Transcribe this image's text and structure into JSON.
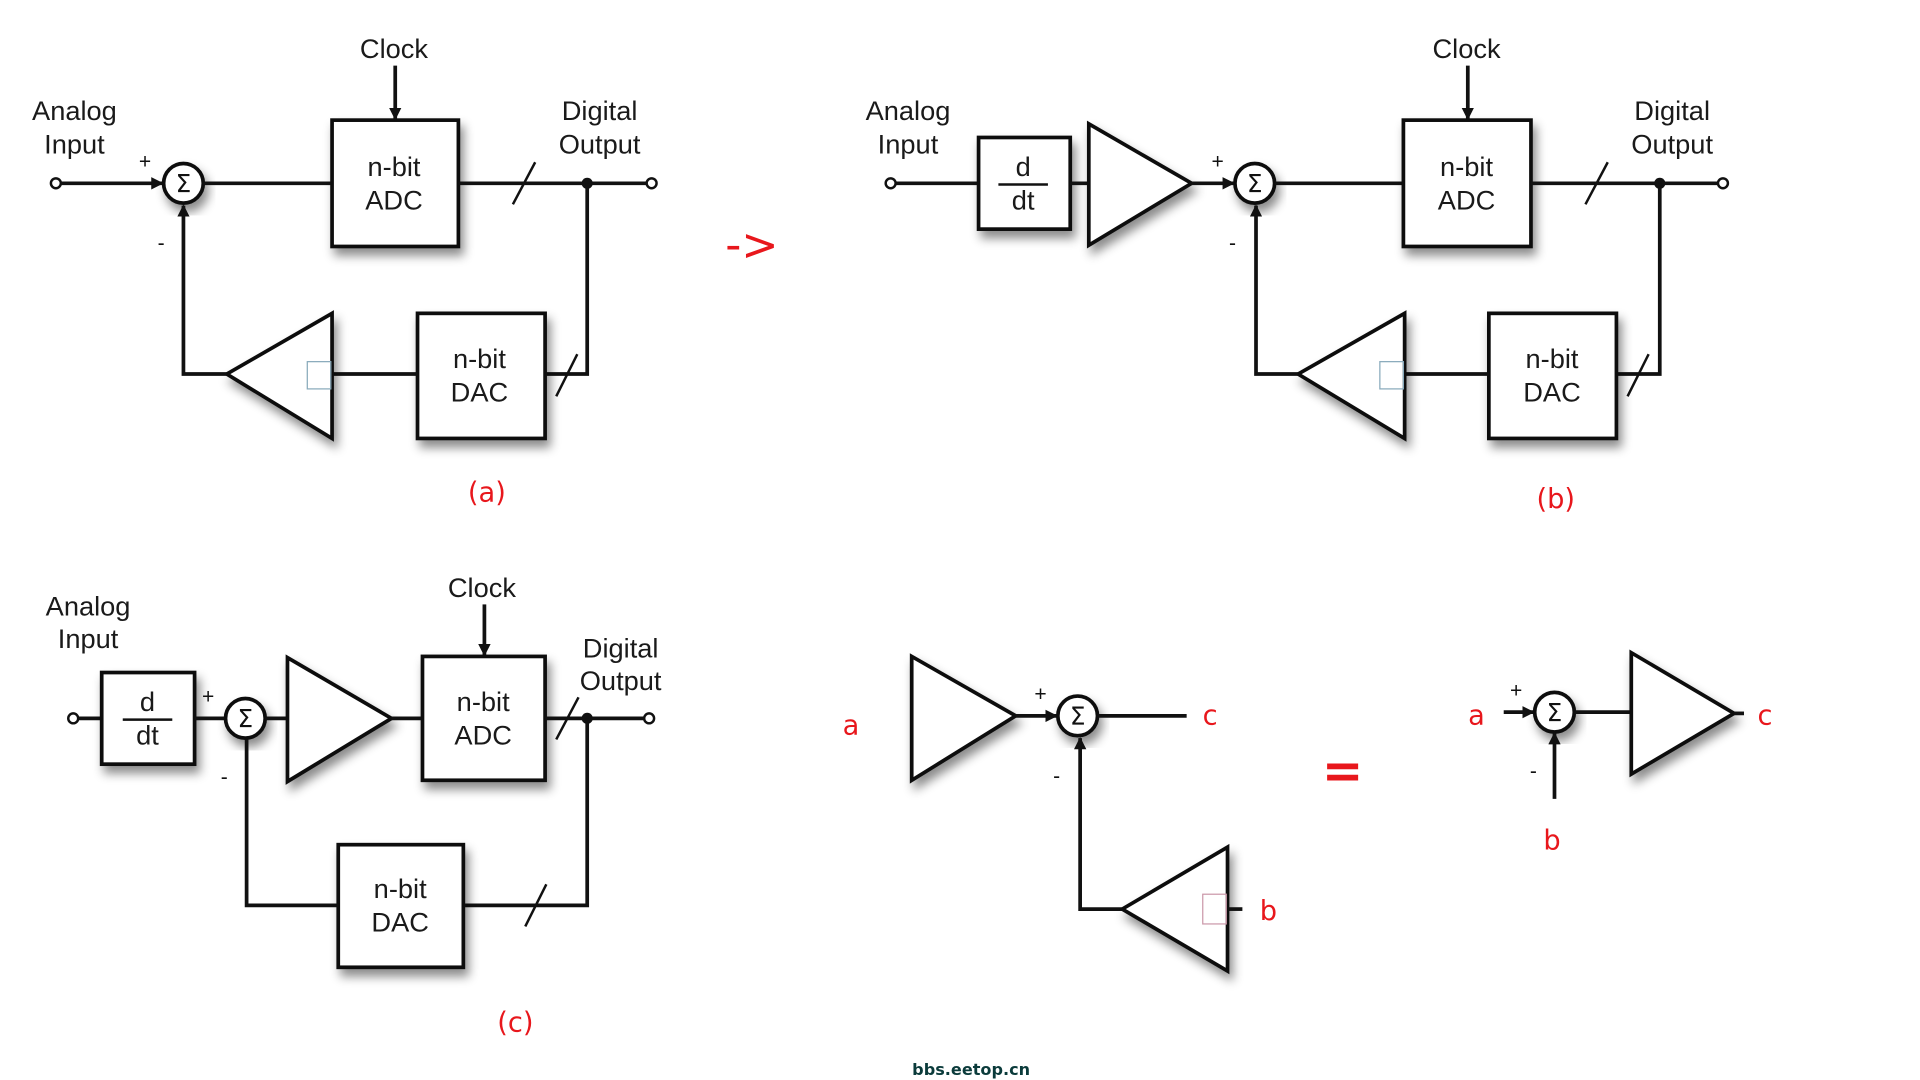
{
  "diagram_a": {
    "analog": "Analog",
    "input": "Input",
    "clock": "Clock",
    "digital": "Digital",
    "output": "Output",
    "adc_line1": "n-bit",
    "adc_line2": "ADC",
    "dac_line1": "n-bit",
    "dac_line2": "DAC",
    "sigma": "Σ",
    "plus": "+",
    "minus": "-",
    "label": "(a)"
  },
  "arrow_symbol": "->",
  "diagram_b": {
    "analog": "Analog",
    "input": "Input",
    "clock": "Clock",
    "digital": "Digital",
    "output": "Output",
    "ddt_num": "d",
    "ddt_den": "dt",
    "adc_line1": "n-bit",
    "adc_line2": "ADC",
    "dac_line1": "n-bit",
    "dac_line2": "DAC",
    "sigma": "Σ",
    "plus": "+",
    "minus": "-",
    "label": "(b)"
  },
  "diagram_c": {
    "analog": "Analog",
    "input": "Input",
    "clock": "Clock",
    "digital": "Digital",
    "output": "Output",
    "ddt_num": "d",
    "ddt_den": "dt",
    "adc_line1": "n-bit",
    "adc_line2": "ADC",
    "dac_line1": "n-bit",
    "dac_line2": "DAC",
    "sigma": "Σ",
    "plus": "+",
    "minus": "-",
    "label": "(c)"
  },
  "equivalence": {
    "left": {
      "a": "a",
      "b": "b",
      "c": "c",
      "sigma": "Σ",
      "plus": "+",
      "minus": "-"
    },
    "equals": "=",
    "right": {
      "a": "a",
      "b": "b",
      "c": "c",
      "sigma": "Σ",
      "plus": "+",
      "minus": "-"
    }
  },
  "watermark": "bbs.eetop.cn",
  "colors": {
    "annotation": "#e8171c",
    "line": "#111111",
    "watermark": "#0b3b3b"
  }
}
